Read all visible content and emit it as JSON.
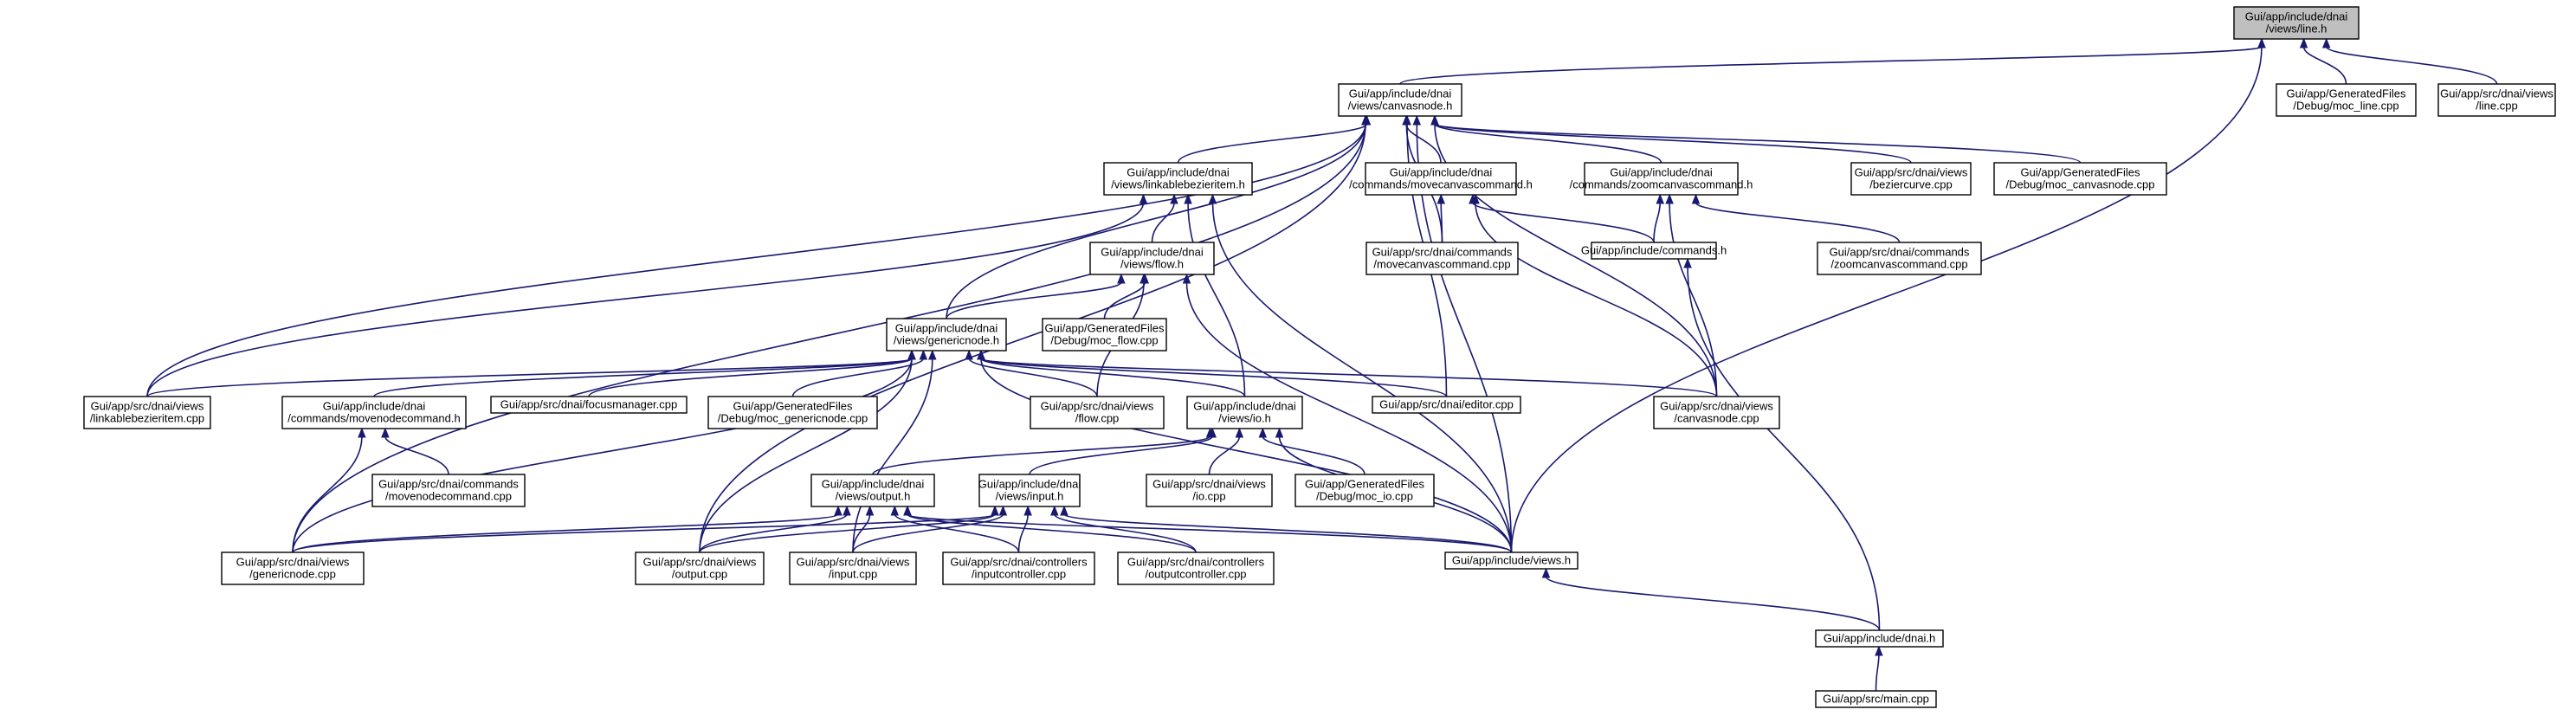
{
  "colors": {
    "edge": "#191970",
    "node_border": "#000000",
    "root_fill": "#bfbfbf",
    "node_fill": "#ffffff"
  },
  "nodes": [
    {
      "id": "line_h",
      "lines": [
        "Gui/app/include/dnai",
        "/views/line.h"
      ],
      "root": true
    },
    {
      "id": "canvasnode_h",
      "lines": [
        "Gui/app/include/dnai",
        "/views/canvasnode.h"
      ]
    },
    {
      "id": "moc_line",
      "lines": [
        "Gui/app/GeneratedFiles",
        "/Debug/moc_line.cpp"
      ]
    },
    {
      "id": "line_cpp",
      "lines": [
        "Gui/app/src/dnai/views",
        "/line.cpp"
      ]
    },
    {
      "id": "linkable_h",
      "lines": [
        "Gui/app/include/dnai",
        "/views/linkablebezieritem.h"
      ]
    },
    {
      "id": "movecanvas_h",
      "lines": [
        "Gui/app/include/dnai",
        "/commands/movecanvascommand.h"
      ]
    },
    {
      "id": "zoomcanvas_h",
      "lines": [
        "Gui/app/include/dnai",
        "/commands/zoomcanvascommand.h"
      ]
    },
    {
      "id": "beziercurve_cpp",
      "lines": [
        "Gui/app/src/dnai/views",
        "/beziercurve.cpp"
      ]
    },
    {
      "id": "moc_canvasnode",
      "lines": [
        "Gui/app/GeneratedFiles",
        "/Debug/moc_canvasnode.cpp"
      ]
    },
    {
      "id": "flow_h",
      "lines": [
        "Gui/app/include/dnai",
        "/views/flow.h"
      ]
    },
    {
      "id": "movecanvas_cpp",
      "lines": [
        "Gui/app/src/dnai/commands",
        "/movecanvascommand.cpp"
      ]
    },
    {
      "id": "commands_h",
      "lines": [
        "Gui/app/include/commands.h"
      ]
    },
    {
      "id": "zoomcanvas_cpp",
      "lines": [
        "Gui/app/src/dnai/commands",
        "/zoomcanvascommand.cpp"
      ]
    },
    {
      "id": "moc_flow",
      "lines": [
        "Gui/app/GeneratedFiles",
        "/Debug/moc_flow.cpp"
      ]
    },
    {
      "id": "genericnode_h",
      "lines": [
        "Gui/app/include/dnai",
        "/views/genericnode.h"
      ]
    },
    {
      "id": "linkable_cpp",
      "lines": [
        "Gui/app/src/dnai/views",
        "/linkablebezieritem.cpp"
      ]
    },
    {
      "id": "movenode_h",
      "lines": [
        "Gui/app/include/dnai",
        "/commands/movenodecommand.h"
      ]
    },
    {
      "id": "focusmanager_cpp",
      "lines": [
        "Gui/app/src/dnai/focusmanager.cpp"
      ]
    },
    {
      "id": "moc_genericnode",
      "lines": [
        "Gui/app/GeneratedFiles",
        "/Debug/moc_genericnode.cpp"
      ]
    },
    {
      "id": "flow_cpp",
      "lines": [
        "Gui/app/src/dnai/views",
        "/flow.cpp"
      ]
    },
    {
      "id": "io_h",
      "lines": [
        "Gui/app/include/dnai",
        "/views/io.h"
      ]
    },
    {
      "id": "editor_cpp",
      "lines": [
        "Gui/app/src/dnai/editor.cpp"
      ]
    },
    {
      "id": "canvasnode_cpp",
      "lines": [
        "Gui/app/src/dnai/views",
        "/canvasnode.cpp"
      ]
    },
    {
      "id": "movenode_cpp",
      "lines": [
        "Gui/app/src/dnai/commands",
        "/movenodecommand.cpp"
      ]
    },
    {
      "id": "io_cpp",
      "lines": [
        "Gui/app/src/dnai/views",
        "/io.cpp"
      ]
    },
    {
      "id": "moc_io",
      "lines": [
        "Gui/app/GeneratedFiles",
        "/Debug/moc_io.cpp"
      ]
    },
    {
      "id": "output_h",
      "lines": [
        "Gui/app/include/dnai",
        "/views/output.h"
      ]
    },
    {
      "id": "input_h",
      "lines": [
        "Gui/app/include/dnai",
        "/views/input.h"
      ]
    },
    {
      "id": "genericnode_cpp",
      "lines": [
        "Gui/app/src/dnai/views",
        "/genericnode.cpp"
      ]
    },
    {
      "id": "output_cpp",
      "lines": [
        "Gui/app/src/dnai/views",
        "/output.cpp"
      ]
    },
    {
      "id": "input_cpp",
      "lines": [
        "Gui/app/src/dnai/views",
        "/input.cpp"
      ]
    },
    {
      "id": "inputctrl_cpp",
      "lines": [
        "Gui/app/src/dnai/controllers",
        "/inputcontroller.cpp"
      ]
    },
    {
      "id": "outputctrl_cpp",
      "lines": [
        "Gui/app/src/dnai/controllers",
        "/outputcontroller.cpp"
      ]
    },
    {
      "id": "views_h",
      "lines": [
        "Gui/app/include/views.h"
      ]
    },
    {
      "id": "dnai_h",
      "lines": [
        "Gui/app/include/dnai.h"
      ]
    },
    {
      "id": "main_cpp",
      "lines": [
        "Gui/app/src/main.cpp"
      ]
    }
  ],
  "edges": [
    [
      "line_h",
      "canvasnode_h"
    ],
    [
      "line_h",
      "moc_line"
    ],
    [
      "line_h",
      "line_cpp"
    ],
    [
      "line_h",
      "views_h"
    ],
    [
      "canvasnode_h",
      "linkable_h"
    ],
    [
      "canvasnode_h",
      "movecanvas_h"
    ],
    [
      "canvasnode_h",
      "zoomcanvas_h"
    ],
    [
      "canvasnode_h",
      "beziercurve_cpp"
    ],
    [
      "canvasnode_h",
      "moc_canvasnode"
    ],
    [
      "canvasnode_h",
      "movecanvas_cpp"
    ],
    [
      "canvasnode_h",
      "genericnode_h"
    ],
    [
      "canvasnode_h",
      "linkable_cpp"
    ],
    [
      "canvasnode_h",
      "editor_cpp"
    ],
    [
      "canvasnode_h",
      "canvasnode_cpp"
    ],
    [
      "canvasnode_h",
      "genericnode_cpp"
    ],
    [
      "canvasnode_h",
      "output_cpp"
    ],
    [
      "canvasnode_h",
      "views_h"
    ],
    [
      "linkable_h",
      "flow_h"
    ],
    [
      "linkable_h",
      "linkable_cpp"
    ],
    [
      "linkable_h",
      "io_h"
    ],
    [
      "linkable_h",
      "views_h"
    ],
    [
      "movecanvas_h",
      "movecanvas_cpp"
    ],
    [
      "movecanvas_h",
      "commands_h"
    ],
    [
      "movecanvas_h",
      "canvasnode_cpp"
    ],
    [
      "zoomcanvas_h",
      "commands_h"
    ],
    [
      "zoomcanvas_h",
      "zoomcanvas_cpp"
    ],
    [
      "zoomcanvas_h",
      "canvasnode_cpp"
    ],
    [
      "commands_h",
      "dnai_h"
    ],
    [
      "flow_h",
      "moc_flow"
    ],
    [
      "flow_h",
      "genericnode_h"
    ],
    [
      "flow_h",
      "flow_cpp"
    ],
    [
      "flow_h",
      "views_h"
    ],
    [
      "genericnode_h",
      "linkable_cpp"
    ],
    [
      "genericnode_h",
      "movenode_h"
    ],
    [
      "genericnode_h",
      "focusmanager_cpp"
    ],
    [
      "genericnode_h",
      "moc_genericnode"
    ],
    [
      "genericnode_h",
      "flow_cpp"
    ],
    [
      "genericnode_h",
      "io_h"
    ],
    [
      "genericnode_h",
      "editor_cpp"
    ],
    [
      "genericnode_h",
      "canvasnode_cpp"
    ],
    [
      "genericnode_h",
      "genericnode_cpp"
    ],
    [
      "genericnode_h",
      "output_cpp"
    ],
    [
      "genericnode_h",
      "input_cpp"
    ],
    [
      "genericnode_h",
      "views_h"
    ],
    [
      "movenode_h",
      "movenode_cpp"
    ],
    [
      "movenode_h",
      "genericnode_cpp"
    ],
    [
      "io_h",
      "io_cpp"
    ],
    [
      "io_h",
      "moc_io"
    ],
    [
      "io_h",
      "output_h"
    ],
    [
      "io_h",
      "input_h"
    ],
    [
      "io_h",
      "views_h"
    ],
    [
      "output_h",
      "genericnode_cpp"
    ],
    [
      "output_h",
      "output_cpp"
    ],
    [
      "output_h",
      "input_cpp"
    ],
    [
      "output_h",
      "inputctrl_cpp"
    ],
    [
      "output_h",
      "outputctrl_cpp"
    ],
    [
      "output_h",
      "views_h"
    ],
    [
      "input_h",
      "genericnode_cpp"
    ],
    [
      "input_h",
      "output_cpp"
    ],
    [
      "input_h",
      "input_cpp"
    ],
    [
      "input_h",
      "inputctrl_cpp"
    ],
    [
      "input_h",
      "outputctrl_cpp"
    ],
    [
      "input_h",
      "views_h"
    ],
    [
      "views_h",
      "dnai_h"
    ],
    [
      "dnai_h",
      "main_cpp"
    ]
  ]
}
